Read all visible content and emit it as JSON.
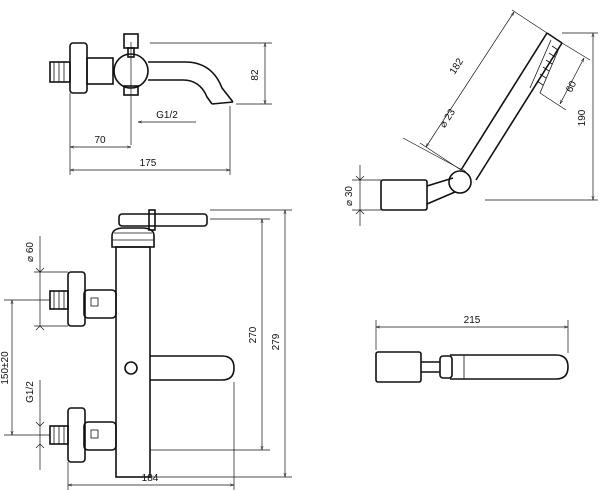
{
  "dimensions": {
    "top_view": {
      "height": "82",
      "thread": "G1/2",
      "offset": "70",
      "width": "175"
    },
    "hand_shower": {
      "length": "182",
      "diameter": "⌀ 23",
      "head": "60",
      "total": "190",
      "holder": "⌀ 30"
    },
    "front_view": {
      "rosette": "⌀ 60",
      "centers": "150±20",
      "thread": "G1/2",
      "height_a": "270",
      "height_b": "279",
      "width": "184"
    },
    "hose_view": {
      "width": "215"
    }
  }
}
